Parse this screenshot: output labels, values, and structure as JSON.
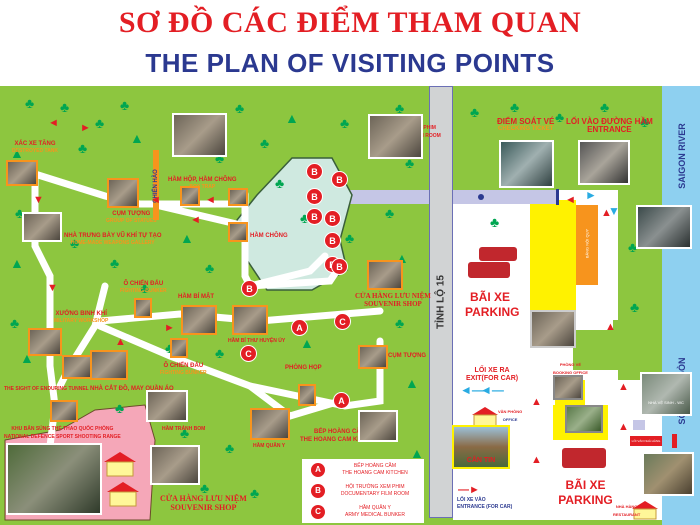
{
  "header": {
    "title_vn": "SƠ ĐỒ CÁC ĐIỂM THAM QUAN",
    "title_en": "THE PLAN OF VISITING POINTS"
  },
  "colors": {
    "title_red": "#e31e24",
    "title_blue": "#2b3990",
    "grass": "#8dc63f",
    "river": "#8ed0f0",
    "tree": "#00a651",
    "path": "#ffffff",
    "marker": "#e31e24",
    "parking_yellow": "#fff200",
    "photo_border": "#f7941d"
  },
  "roads": {
    "provincial_road": "TỈNH LỘ 15",
    "trench": "CHIẾN HÀO"
  },
  "river": {
    "label_en": "SAIGON RIVER",
    "label_vn": "SÔNG SÀI GÒN"
  },
  "left_area": {
    "points": [
      {
        "name_vn": "XÁC XE TĂNG",
        "name_en": "DESTROYED TANK"
      },
      {
        "name_vn": "CỤM TƯỢNG",
        "name_en": "GROUP OF STATUES"
      },
      {
        "name_vn": "HẦM HỘP, HẦM CHÔNG",
        "name_en": "BOX TRAP"
      },
      {
        "name_vn": "HẦM CHÔNG",
        "name_en": "SPIKE TRAP"
      },
      {
        "name_vn": "NHÀ TRƯNG BÀY VŨ KHÍ TỰ TẠO",
        "name_en": "HOME-MADE WEAPONS GALLERY"
      },
      {
        "name_vn": "XƯỞNG BINH KHÍ",
        "name_en": "MILITARY WORKSHOP"
      },
      {
        "name_vn": "Ô CHIẾN ĐẤU",
        "name_en": "FIGHTING BUNKER"
      },
      {
        "name_vn": "HẦM BÍ MẬT",
        "name_en": "SECRET TUNNEL"
      },
      {
        "name_vn": "HẦM BÍ THƯ HUYỆN ỦY",
        "name_en": "DISTRICT SECRETARY BUNKER"
      },
      {
        "name_vn": "Ô CHIẾN ĐẤU",
        "name_en": "FIGHTING BUNKER"
      },
      {
        "name_vn": "NHÀ CẮT ĐỒ, MAY QUẦN ÁO",
        "name_en": "TAILOR SHOP"
      },
      {
        "name_vn": "THE SIGHT OF ENDURING TUNNEL",
        "name_en": ""
      },
      {
        "name_vn": "KHU BẮN SÚNG THỂ THAO QUỐC PHÒNG",
        "name_en": "NATIONAL DEFENCE SPORT SHOOTING RANGE"
      },
      {
        "name_vn": "HẦM TRÁNH BOM",
        "name_en": "BOMB SHELTER"
      },
      {
        "name_vn": "CỬA HÀNG LƯU NIỆM",
        "name_en": "SOUVENIR SHOP"
      }
    ],
    "center_points": [
      {
        "name_vn": "HỘI TRƯỜNG XEM PHIM",
        "name_en": "DOCUMENTARY FILM ROOM"
      },
      {
        "name_vn": "CỬA HÀNG LƯU NIỆM",
        "name_en": "SOUVENIR SHOP"
      },
      {
        "name_vn": "PHÒNG HỌP",
        "name_en": "MEETING ROOM"
      },
      {
        "name_vn": "CỤM TƯỢNG",
        "name_en": "GROUP OF STATUES"
      },
      {
        "name_vn": "BẾP HOÀNG CẦM",
        "name_en": "THE HOANG CAM KITCHEN"
      },
      {
        "name_vn": "HẦM QUÂN Y",
        "name_en": "ARMY MEDICAL BUNKER"
      }
    ],
    "souvenir_shop_vn": "CỬA HÀNG LƯU NIỆM",
    "souvenir_shop_en": "SOUVENIR SHOP"
  },
  "markers": {
    "A": "A",
    "B": "B",
    "C": "C"
  },
  "legend": [
    {
      "key": "A",
      "vn": "BẾP HOÀNG CẦM",
      "en": "THE HOANG CAM KITCHEN"
    },
    {
      "key": "B",
      "vn": "HỘI TRƯỜNG XEM PHIM",
      "en": "DOCUMENTARY FILM ROOM"
    },
    {
      "key": "C",
      "vn": "HẦM QUÂN Y",
      "en": "ARMY MEDICAL BUNKER"
    }
  ],
  "right_area": {
    "ticket_check_vn": "ĐIỂM SOÁT VÉ",
    "ticket_check_en": "CHECKING TICKET",
    "entrance_vn": "LỐI VÀO ĐƯỜNG HẦM",
    "entrance_en": "ENTRANCE",
    "parking1_vn": "BÃI XE",
    "parking1_en": "PARKING",
    "parking2_vn": "BÃI XE",
    "parking2_en": "PARKING",
    "exit_vn": "LỐI XE RA",
    "exit_en": "EXIT(FOR CAR)",
    "car_entrance_vn": "LỐI XE VÀO",
    "car_entrance_en": "ENTRANCE (FOR CAR)",
    "booking_vn": "PHÒNG VÉ",
    "booking_en": "BOOKING OFFICE",
    "office_vn": "VĂN PHÒNG",
    "office_en": "OFFICE",
    "canteen": "CĂN TIN",
    "restaurant_vn": "NHÀ HÀNG",
    "restaurant_en": "RESTAURANT",
    "wc_label": "NHÀ VỆ SINH - WC",
    "restaurant_sign": "LỐI VÀO NHÀ HÀNG",
    "board_label": "BẢNG NỘI QUY"
  }
}
